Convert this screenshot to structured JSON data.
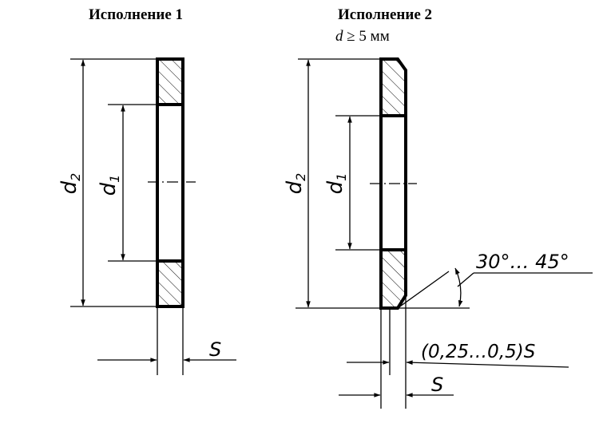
{
  "variant1": {
    "title": "Исполнение 1",
    "labels": {
      "outer_diameter": "d",
      "outer_diameter_sub": "2",
      "inner_diameter": "d",
      "inner_diameter_sub": "1",
      "thickness": "S"
    }
  },
  "variant2": {
    "title": "Исполнение 2",
    "condition": {
      "var": "d",
      "rest": " ≥ 5 мм"
    },
    "labels": {
      "outer_diameter": "d",
      "outer_diameter_sub": "2",
      "inner_diameter": "d",
      "inner_diameter_sub": "1",
      "thickness": "S",
      "chamfer_angle": "30°… 45°",
      "chamfer_width": "(0,25…0,5)S"
    }
  }
}
